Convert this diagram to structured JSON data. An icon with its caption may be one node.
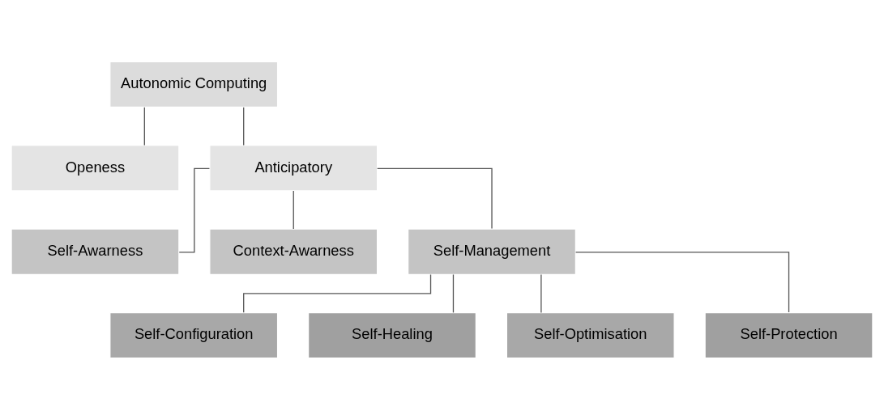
{
  "diagram": {
    "nodes": [
      {
        "text": [
          "Autonomic Computing"
        ]
      },
      {
        "text": [
          "Openess"
        ]
      },
      {
        "text": [
          "Anticipatory"
        ]
      },
      {
        "text": [
          "Self-Awarness"
        ]
      },
      {
        "text": [
          "Context-Awarness"
        ]
      },
      {
        "text": [
          "Self-Management"
        ]
      },
      {
        "text": [
          "Self-Configuration"
        ]
      },
      {
        "text": [
          "Self-Healing"
        ]
      },
      {
        "text": [
          "Self-Optimisation"
        ]
      },
      {
        "text": [
          "Self-Protection"
        ]
      }
    ],
    "edges": [
      {
        "from": 0,
        "to": 1,
        "arrow": "none"
      },
      {
        "from": 0,
        "to": 2,
        "arrow": "none"
      },
      {
        "from": 2,
        "to": 3,
        "arrow": "none"
      },
      {
        "from": 2,
        "to": 4,
        "arrow": "none"
      },
      {
        "from": 2,
        "to": 5,
        "arrow": "none"
      },
      {
        "from": 5,
        "to": 6,
        "arrow": "none"
      },
      {
        "from": 5,
        "to": 7,
        "arrow": "none"
      },
      {
        "from": 5,
        "to": 8,
        "arrow": "none"
      },
      {
        "from": 5,
        "to": 9,
        "arrow": "none"
      }
    ]
  }
}
